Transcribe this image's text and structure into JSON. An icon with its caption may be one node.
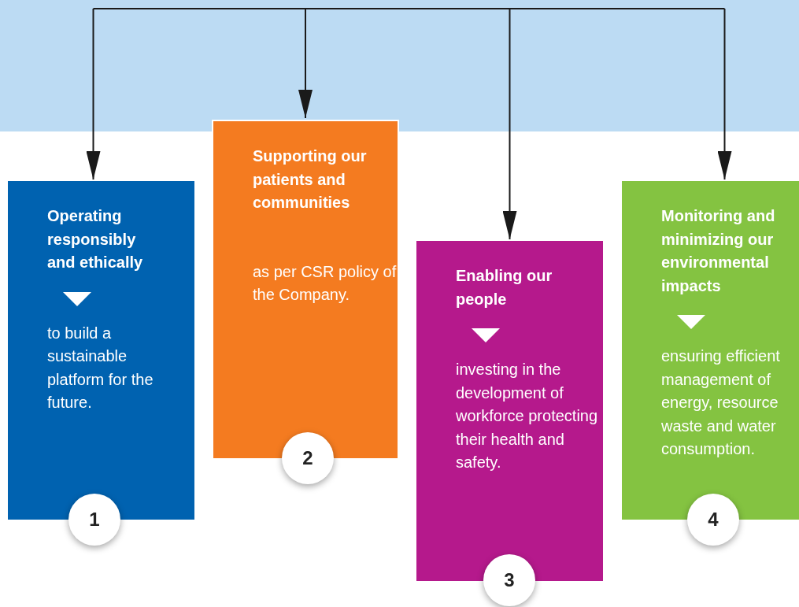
{
  "diagram": {
    "nodes": [
      {
        "text": [
          "Operating responsibly and ethically",
          "to build a sustainable platform for the future."
        ]
      },
      {
        "text": [
          "Supporting our patients and communities",
          "as per CSR policy of the Company."
        ]
      },
      {
        "text": [
          "Enabling our people",
          "investing in the development of workforce protecting their health and safety."
        ]
      },
      {
        "text": [
          "Monitoring and minimizing our environmental impacts",
          "ensuring efficient management of energy, resource waste and water consumption."
        ]
      },
      {
        "text": [
          "1"
        ]
      },
      {
        "text": [
          "2"
        ]
      },
      {
        "text": [
          "3"
        ]
      },
      {
        "text": [
          "4"
        ]
      }
    ],
    "edges": [
      {
        "from": null,
        "to": 0,
        "arrow": "to"
      },
      {
        "from": null,
        "to": 1,
        "arrow": "to"
      },
      {
        "from": null,
        "to": 2,
        "arrow": "to"
      },
      {
        "from": null,
        "to": 3,
        "arrow": "to"
      }
    ]
  }
}
